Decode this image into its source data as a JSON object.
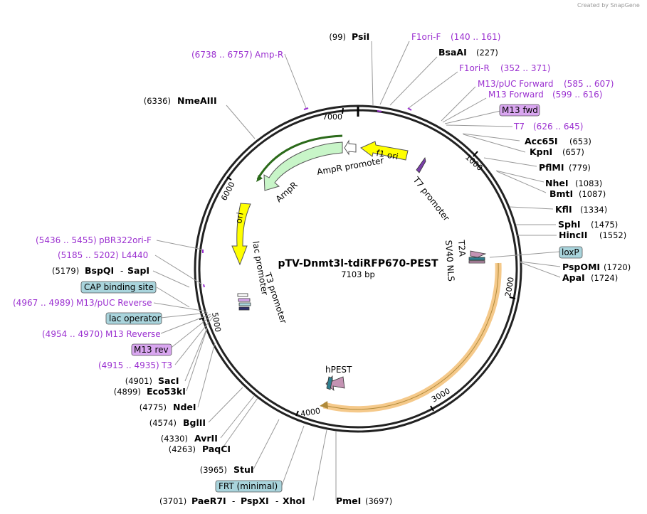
{
  "credit": "Created by SnapGene",
  "plasmid": {
    "name": "pTV-Dnmt3l-tdiRFP670-PEST",
    "length": "7103 bp"
  },
  "ticks": [
    "1000",
    "2000",
    "3000",
    "4000",
    "5000",
    "6000",
    "7000"
  ],
  "features": {
    "f1_ori": "f1 ori",
    "ampr_promoter": "AmpR promoter",
    "ampr": "AmpR",
    "ori": "ori",
    "lac_promoter": "lac promoter",
    "t3_promoter": "T3 promoter",
    "t7_promoter": "T7 promoter",
    "t2a": "T2A",
    "sv40_nls": "SV40 NLS",
    "hpest": "hPEST"
  },
  "boxed_features": {
    "m13_fwd": "M13 fwd",
    "loxp": "loxP",
    "cap": "CAP binding site",
    "lac_operator": "lac operator",
    "m13_rev": "M13 rev",
    "frt": "FRT (minimal)"
  },
  "primers": {
    "f1ori_f": {
      "name": "F1ori-F",
      "range": "(140 .. 161)"
    },
    "f1ori_r": {
      "name": "F1ori-R",
      "range": "(352 .. 371)"
    },
    "m13puc_fwd": {
      "name": "M13/pUC Forward",
      "range": "(585 .. 607)"
    },
    "m13_fwd": {
      "name": "M13 Forward",
      "range": "(599 .. 616)"
    },
    "t7": {
      "name": "T7",
      "range": "(626 .. 645)"
    },
    "amp_r": {
      "name": "Amp-R",
      "range": "(6738 .. 6757)"
    },
    "pbr322": {
      "name": "pBR322ori-F",
      "range": "(5436 .. 5455)"
    },
    "l4440": {
      "name": "L4440",
      "range": "(5185 .. 5202)"
    },
    "m13puc_rev": {
      "name": "M13/pUC Reverse",
      "range": "(4967 .. 4989)"
    },
    "m13_rev": {
      "name": "M13 Reverse",
      "range": "(4954 .. 4970)"
    },
    "t3": {
      "name": "T3",
      "range": "(4915 .. 4935)"
    }
  },
  "sites": {
    "psii": {
      "name": "PsiI",
      "pos": "(99)"
    },
    "bsaai": {
      "name": "BsaAI",
      "pos": "(227)"
    },
    "acc65i": {
      "name": "Acc65I",
      "pos": "(653)"
    },
    "kpni": {
      "name": "KpnI",
      "pos": "(657)"
    },
    "pflmi": {
      "name": "PflMI",
      "pos": "(779)"
    },
    "nhei": {
      "name": "NheI",
      "pos": "(1083)"
    },
    "bmti": {
      "name": "BmtI",
      "pos": "(1087)"
    },
    "kfli": {
      "name": "KflI",
      "pos": "(1334)"
    },
    "sphi": {
      "name": "SphI",
      "pos": "(1475)"
    },
    "hincii": {
      "name": "HincII",
      "pos": "(1552)"
    },
    "pspomi": {
      "name": "PspOMI",
      "pos": "(1720)"
    },
    "apai": {
      "name": "ApaI",
      "pos": "(1724)"
    },
    "nmeaiii": {
      "name": "NmeAIII",
      "pos": "(6336)"
    },
    "bspqi_sapi": {
      "name": "BspQI",
      "dash": "-",
      "name2": "SapI",
      "pos": "(5179)"
    },
    "saci": {
      "name": "SacI",
      "pos": "(4901)"
    },
    "eco53ki": {
      "name": "Eco53kI",
      "pos": "(4899)"
    },
    "ndei": {
      "name": "NdeI",
      "pos": "(4775)"
    },
    "bglii": {
      "name": "BglII",
      "pos": "(4574)"
    },
    "avrii": {
      "name": "AvrII",
      "pos": "(4330)"
    },
    "paqci": {
      "name": "PaqCI",
      "pos": "(4263)"
    },
    "stui": {
      "name": "StuI",
      "pos": "(3965)"
    },
    "paer7i": {
      "name": "PaeR7I",
      "dash1": "-",
      "name2": "PspXI",
      "dash2": "-",
      "name3": "XhoI",
      "pos": "(3701)"
    },
    "pmei": {
      "name": "PmeI",
      "pos": "(3697)"
    }
  },
  "colors": {
    "primer": "#9b30d0",
    "feature_yellow": "#ffff00",
    "feature_green": "#c8f5c8",
    "feature_orange": "#f5c98a",
    "box_purple": "#d9a6f0",
    "box_blue": "#a9d4dc",
    "feature_mauve": "#c493b3",
    "feature_teal": "#2f7f8f"
  }
}
